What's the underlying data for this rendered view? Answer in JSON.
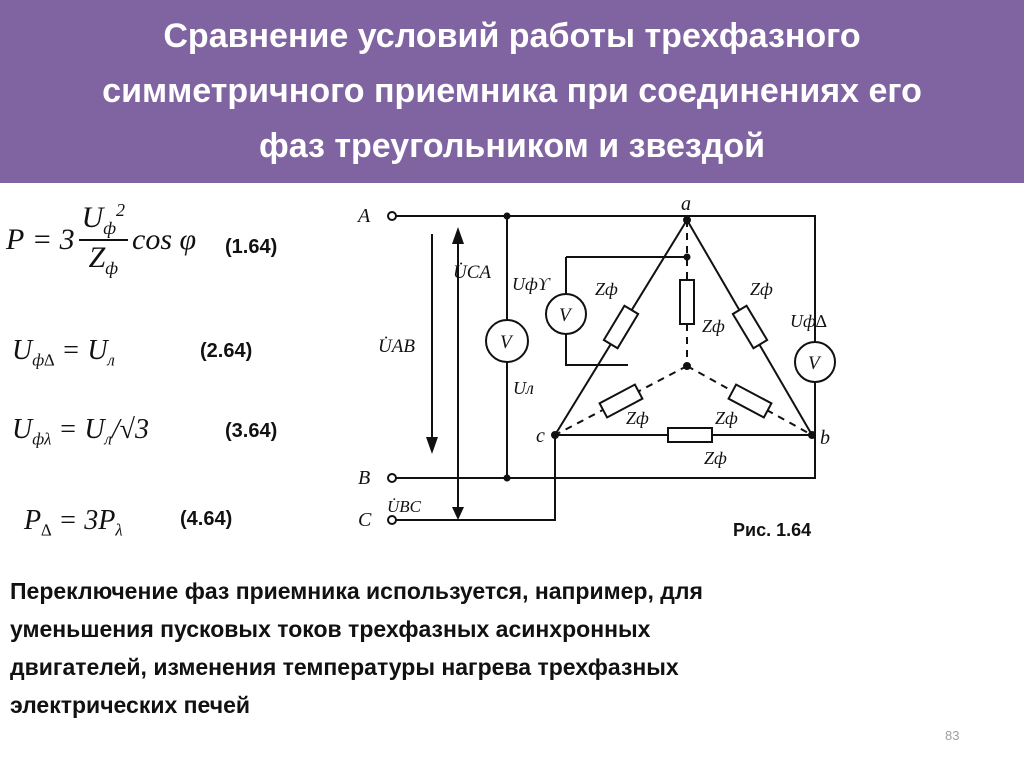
{
  "slide": {
    "title_lines": [
      "Сравнение условий работы трехфазного",
      "симметричного приемника при соединениях его",
      "фаз треугольником и звездой"
    ],
    "formulas": [
      {
        "number": "(1.64)"
      },
      {
        "number": "(2.64)"
      },
      {
        "number": "(3.64)"
      },
      {
        "number": "(4.64)"
      }
    ],
    "figure_caption": "Рис. 1.64",
    "paragraph_lines": [
      "Переключение фаз приемника используется, например, для",
      "уменьшения пусковых токов трехфазных асинхронных",
      "двигателей, изменения температуры нагрева трехфазных",
      "электрических печей"
    ],
    "page_number": "83",
    "header_color": "#8064a2"
  },
  "circuit": {
    "terminals": [
      "A",
      "B",
      "C"
    ],
    "nodes": [
      "a",
      "b",
      "c"
    ],
    "voltage_labels": {
      "uca": "U̇CA",
      "uab": "U̇AB",
      "ubc": "U̇BC"
    },
    "meter_labels": {
      "left_top": "Uфϒ",
      "left_bottom": "Uл",
      "right": "Uф∆"
    },
    "meter_symbol": "V",
    "impedance_label": "Zф"
  }
}
